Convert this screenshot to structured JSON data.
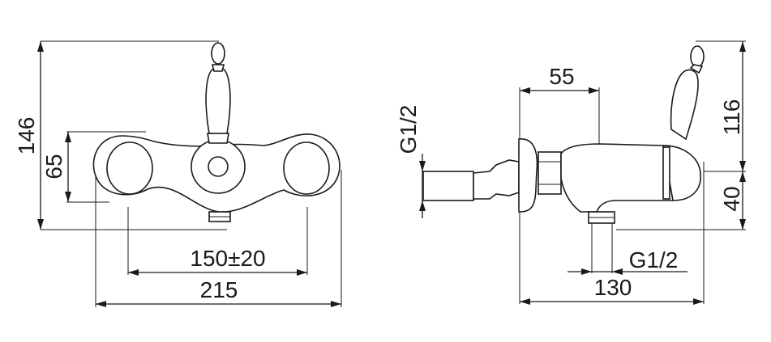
{
  "front_view": {
    "dims": {
      "height_total": "146",
      "height_body": "65",
      "centers": "150±20",
      "width_total": "215"
    }
  },
  "side_view": {
    "dims": {
      "inlet_thread": "G1/2",
      "offset": "55",
      "handle_height": "116",
      "spout_height": "40",
      "outlet_thread": "G1/2",
      "depth": "130"
    }
  },
  "colors": {
    "ink": "#1a1a1a",
    "paper": "#ffffff"
  }
}
